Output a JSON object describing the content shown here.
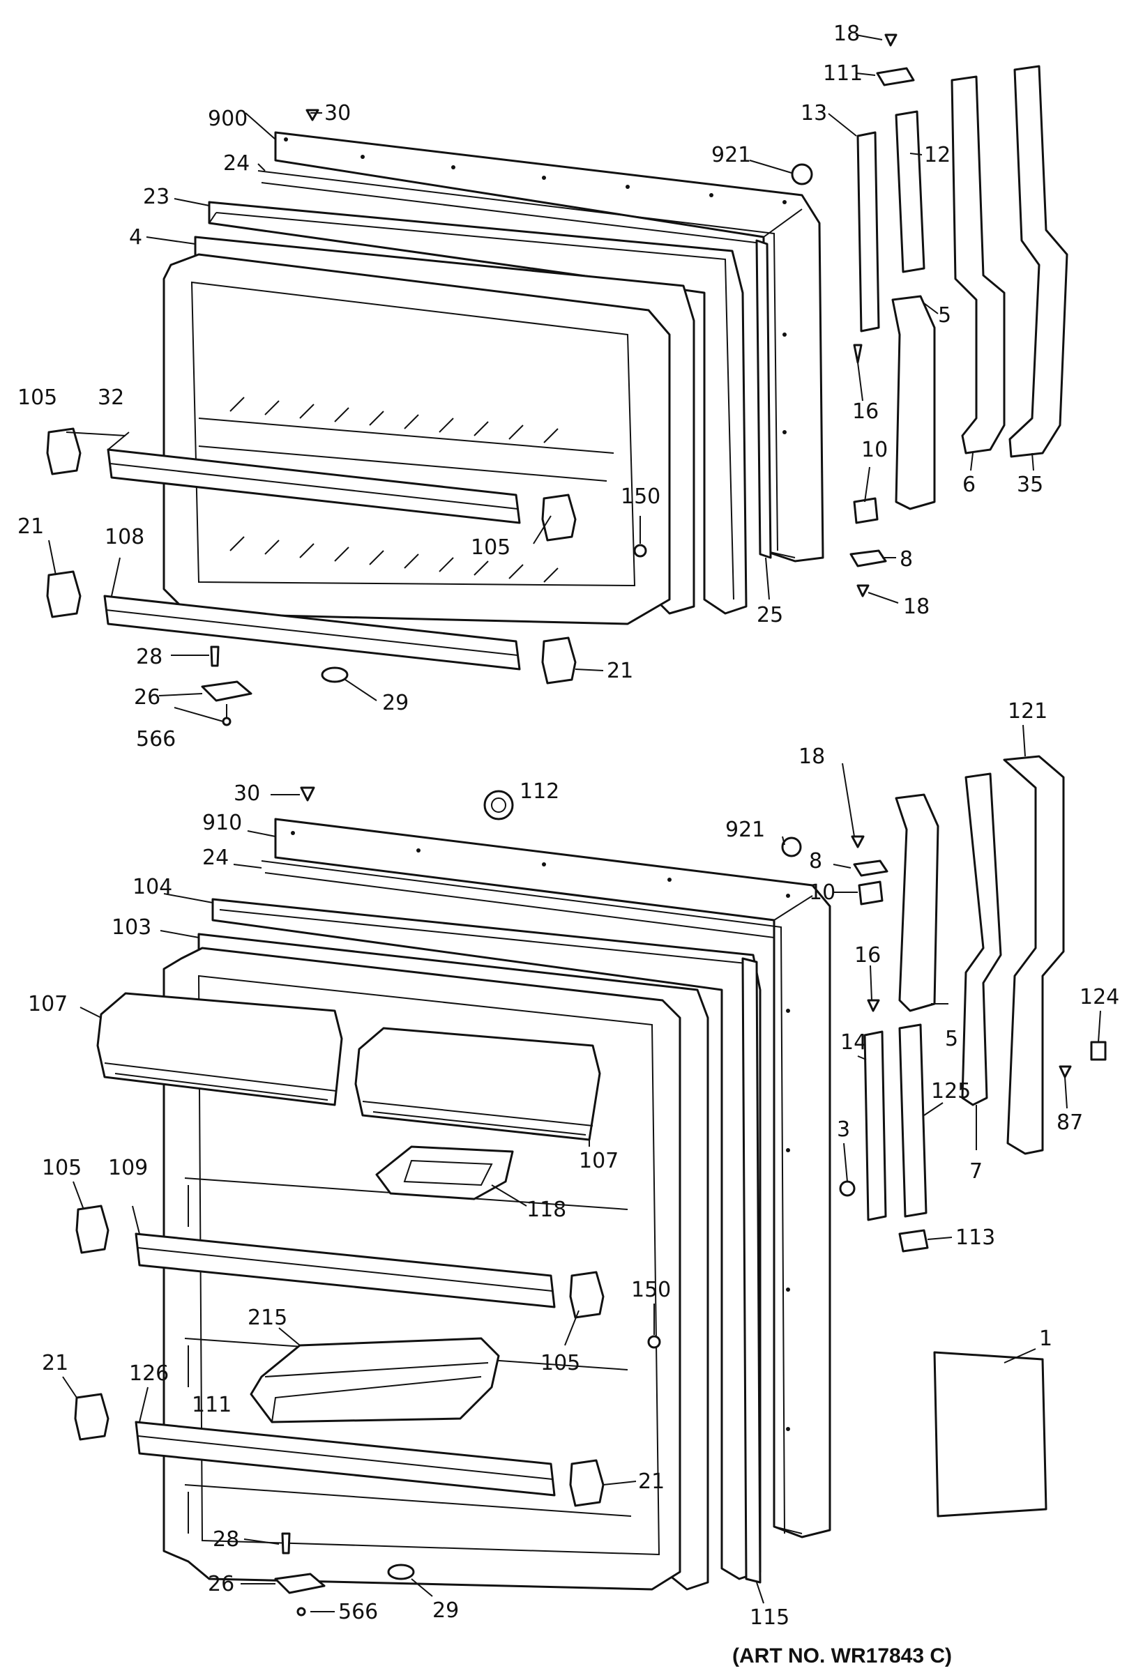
{
  "art_number": "(ART NO. WR17843 C)",
  "freezer_labels": {
    "l18_top": "18",
    "l111": "111",
    "l13": "13",
    "l12": "12",
    "l900": "900",
    "l30": "30",
    "l921": "921",
    "l24": "24",
    "l23": "23",
    "l4": "4",
    "l5": "5",
    "l16": "16",
    "l105_left": "105",
    "l32": "32",
    "l6": "6",
    "l35": "35",
    "l10": "10",
    "l150": "150",
    "l105_right": "105",
    "l8": "8",
    "l21_left": "21",
    "l108": "108",
    "l25": "25",
    "l18_bottom": "18",
    "l28": "28",
    "l21_right": "21",
    "l26": "26",
    "l29": "29",
    "l566": "566"
  },
  "fresh_labels": {
    "l121": "121",
    "l18": "18",
    "l30": "30",
    "l112": "112",
    "l8": "8",
    "l910": "910",
    "l921": "921",
    "l10": "10",
    "l24": "24",
    "l104": "104",
    "l103": "103",
    "l16": "16",
    "l107_left": "107",
    "l124": "124",
    "l14": "14",
    "l5": "5",
    "l125": "125",
    "l87": "87",
    "l3": "3",
    "l7": "7",
    "l107_right": "107",
    "l105_left": "105",
    "l109": "109",
    "l118": "118",
    "l113": "113",
    "l150": "150",
    "l215": "215",
    "l105_right": "105",
    "l1": "1",
    "l21_left": "21",
    "l126": "126",
    "l111": "111",
    "l21_right": "21",
    "l28": "28",
    "l26": "26",
    "l566": "566",
    "l29": "29",
    "l115": "115"
  }
}
